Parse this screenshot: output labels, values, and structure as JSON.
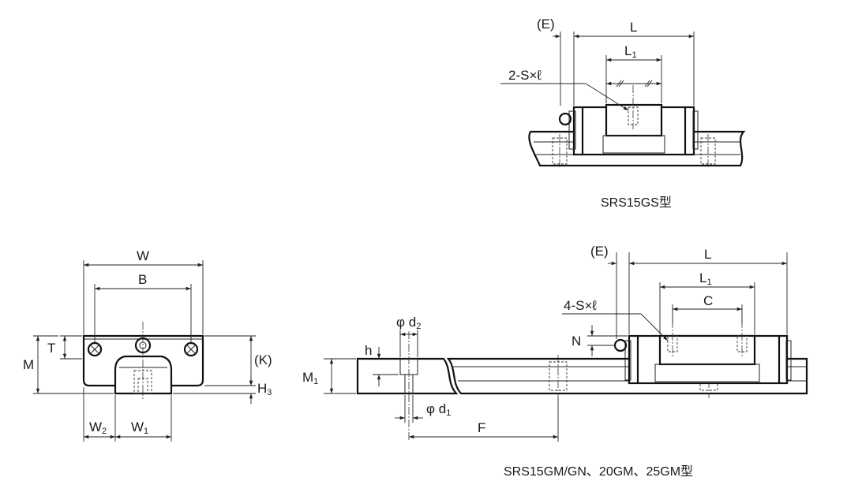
{
  "top_view": {
    "caption": "SRS15GS型",
    "labels": {
      "E": "(E)",
      "L": "L",
      "L1_main": "L",
      "L1_sub": "1",
      "S": "2-S×ℓ"
    }
  },
  "end_view": {
    "labels": {
      "W": "W",
      "B": "B",
      "T": "T",
      "M": "M",
      "K": "(K)",
      "H3_main": "H",
      "H3_sub": "3",
      "W2_main": "W",
      "W2_sub": "2",
      "W1_main": "W",
      "W1_sub": "1"
    }
  },
  "side_view": {
    "caption": "SRS15GM/GN、20GM、25GM型",
    "labels": {
      "E": "(E)",
      "L": "L",
      "L1_main": "L",
      "L1_sub": "1",
      "C": "C",
      "S": "4-S×ℓ",
      "N": "N",
      "d2_main": "φ d",
      "d2_sub": "2",
      "h": "h",
      "M1_main": "M",
      "M1_sub": "1",
      "d1_main": "φ d",
      "d1_sub": "1",
      "F": "F"
    }
  }
}
